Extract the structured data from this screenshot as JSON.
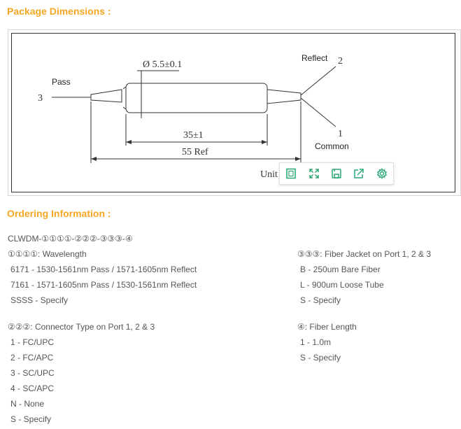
{
  "package": {
    "title": "Package Dimensions :",
    "labels": {
      "pass": "Pass",
      "port3": "3",
      "reflect": "Reflect",
      "port2": "2",
      "port1": "1",
      "common": "Common",
      "diameter": "Ø 5.5±0.1",
      "length_35": "35±1",
      "length_55": "55 Ref",
      "unit": "Unit"
    },
    "toolbar": [
      "frame-icon",
      "expand-icon",
      "save-icon",
      "share-icon",
      "settings-icon"
    ]
  },
  "ordering": {
    "title": "Ordering Information :",
    "code": "CLWDM-①①①①-②②②-③③③-④",
    "wavelength": {
      "header": "①①①①: Wavelength",
      "options": [
        "6171 - 1530-1561nm Pass / 1571-1605nm Reflect",
        "7161 - 1571-1605nm Pass / 1530-1561nm Reflect",
        "SSSS - Specify"
      ]
    },
    "connector": {
      "header": "②②②: Connector Type on Port 1, 2 & 3",
      "options": [
        "1 - FC/UPC",
        "2 - FC/APC",
        "3 - SC/UPC",
        "4 - SC/APC",
        "N - None",
        "S - Specify"
      ]
    },
    "jacket": {
      "header": "③③③: Fiber Jacket on Port 1, 2 & 3",
      "options": [
        "B - 250um Bare Fiber",
        "L - 900um Loose Tube",
        "S - Specify"
      ]
    },
    "length": {
      "header": "④: Fiber Length",
      "options": [
        "1 - 1.0m",
        "S - Specify"
      ]
    }
  }
}
